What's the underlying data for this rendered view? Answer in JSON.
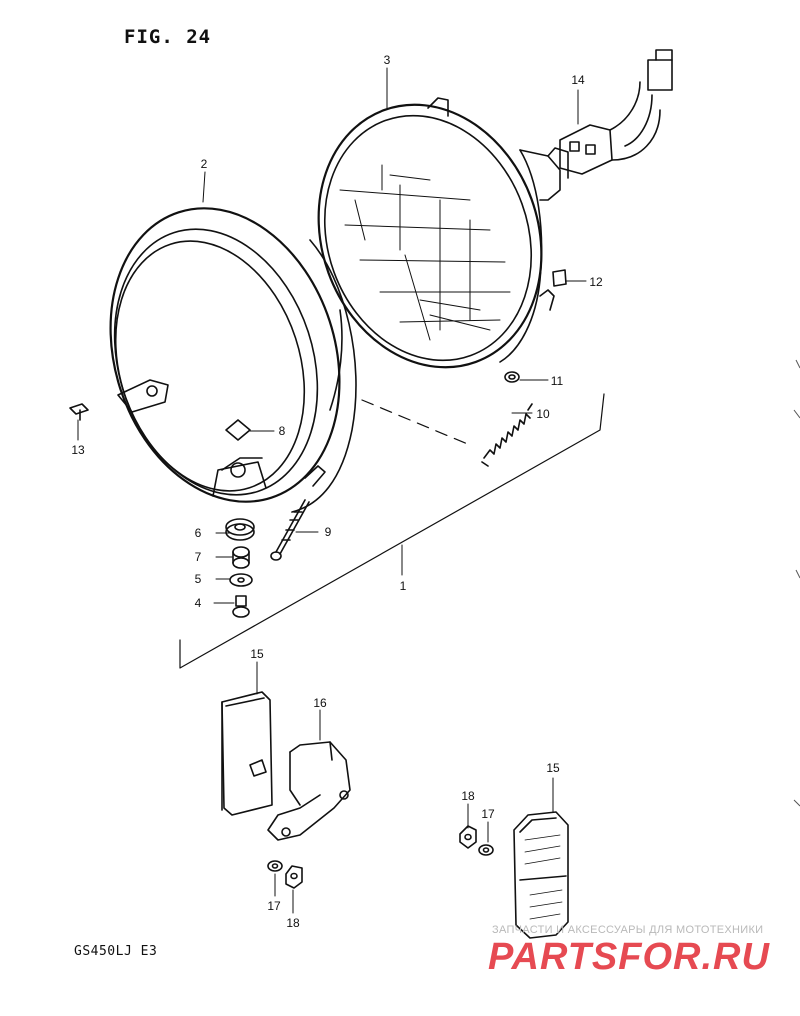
{
  "figure": {
    "title": "FIG. 24",
    "model": "GS450LJ  E3"
  },
  "callouts": [
    {
      "id": "c1",
      "label": "1"
    },
    {
      "id": "c2",
      "label": "2"
    },
    {
      "id": "c3",
      "label": "3"
    },
    {
      "id": "c4",
      "label": "4"
    },
    {
      "id": "c5",
      "label": "5"
    },
    {
      "id": "c6",
      "label": "6"
    },
    {
      "id": "c7",
      "label": "7"
    },
    {
      "id": "c8",
      "label": "8"
    },
    {
      "id": "c9",
      "label": "9"
    },
    {
      "id": "c10",
      "label": "10"
    },
    {
      "id": "c11",
      "label": "11"
    },
    {
      "id": "c12",
      "label": "12"
    },
    {
      "id": "c13",
      "label": "13"
    },
    {
      "id": "c14",
      "label": "14"
    },
    {
      "id": "c15a",
      "label": "15"
    },
    {
      "id": "c16",
      "label": "16"
    },
    {
      "id": "c17a",
      "label": "17"
    },
    {
      "id": "c18a",
      "label": "18"
    },
    {
      "id": "c15b",
      "label": "15"
    },
    {
      "id": "c17b",
      "label": "17"
    },
    {
      "id": "c18b",
      "label": "18"
    }
  ],
  "watermark": {
    "tagline": "ЗАПЧАСТИ И АКСЕССУАРЫ ДЛЯ МОТОТЕХНИКИ",
    "logo": "PARTSFOR.RU",
    "color": "#e64a52"
  }
}
